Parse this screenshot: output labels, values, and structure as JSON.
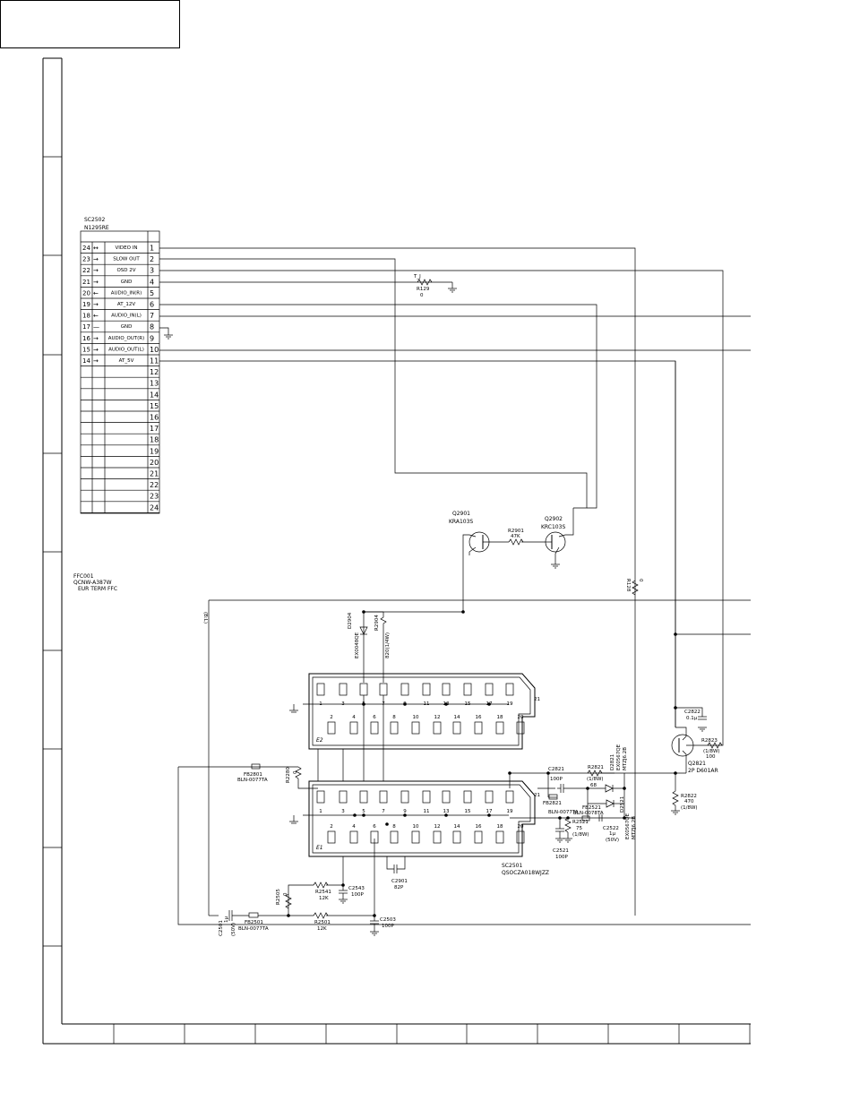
{
  "connector_sc2502": {
    "ref": "SC2502",
    "part": "N1295RE",
    "rows": [
      {
        "left": "24",
        "arrow": "↔",
        "signal": "VIDEO IN",
        "pin": "1"
      },
      {
        "left": "23",
        "arrow": "→",
        "signal": "SLOW OUT",
        "pin": "2"
      },
      {
        "left": "22",
        "arrow": "→",
        "signal": "OSD 2V",
        "pin": "3"
      },
      {
        "left": "21",
        "arrow": "→",
        "signal": "GND",
        "pin": "4"
      },
      {
        "left": "20",
        "arrow": "←",
        "signal": "AUDIO_IN(R)",
        "pin": "5"
      },
      {
        "left": "19",
        "arrow": "→",
        "signal": "AT_12V",
        "pin": "6"
      },
      {
        "left": "18",
        "arrow": "←",
        "signal": "AUDIO_IN(L)",
        "pin": "7"
      },
      {
        "left": "17",
        "arrow": "—",
        "signal": "GND",
        "pin": "8"
      },
      {
        "left": "16",
        "arrow": "→",
        "signal": "AUDIO_OUT(R)",
        "pin": "9"
      },
      {
        "left": "15",
        "arrow": "→",
        "signal": "AUDIO_OUT(L)",
        "pin": "10"
      },
      {
        "left": "14",
        "arrow": "→",
        "signal": "AT_5V",
        "pin": "11"
      },
      {
        "left": "",
        "arrow": "",
        "signal": "",
        "pin": "12"
      },
      {
        "left": "",
        "arrow": "",
        "signal": "",
        "pin": "13"
      },
      {
        "left": "",
        "arrow": "",
        "signal": "",
        "pin": "14"
      },
      {
        "left": "",
        "arrow": "",
        "signal": "",
        "pin": "15"
      },
      {
        "left": "",
        "arrow": "",
        "signal": "",
        "pin": "16"
      },
      {
        "left": "",
        "arrow": "",
        "signal": "",
        "pin": "17"
      },
      {
        "left": "",
        "arrow": "",
        "signal": "",
        "pin": "18"
      },
      {
        "left": "",
        "arrow": "",
        "signal": "",
        "pin": "19"
      },
      {
        "left": "",
        "arrow": "",
        "signal": "",
        "pin": "20"
      },
      {
        "left": "",
        "arrow": "",
        "signal": "",
        "pin": "21"
      },
      {
        "left": "",
        "arrow": "",
        "signal": "",
        "pin": "22"
      },
      {
        "left": "",
        "arrow": "",
        "signal": "",
        "pin": "23"
      },
      {
        "left": "",
        "arrow": "",
        "signal": "",
        "pin": "24"
      }
    ]
  },
  "ffc": {
    "ref": "FFC001",
    "part": "QCNW-A387W",
    "desc": "EUR TERM FFC",
    "bus_label": "(B:L)"
  },
  "components": {
    "r129": {
      "ref": "R129",
      "val": "0",
      "note": "T_J"
    },
    "q2901": {
      "ref": "Q2901",
      "part": "KRA103S"
    },
    "q2902": {
      "ref": "Q2902",
      "part": "KRC103S"
    },
    "r2901": {
      "ref": "R2901",
      "val": "47K"
    },
    "r128": {
      "ref": "R128",
      "val": "0"
    },
    "d2904": {
      "ref": "D2904",
      "part": "EX0048QE"
    },
    "r2904": {
      "ref": "R2904",
      "val": "820(1/4W)"
    },
    "c2822": {
      "ref": "C2822",
      "val": "0.1µ"
    },
    "r2823": {
      "ref": "R2823",
      "val": "(1/8W)",
      "val2": "100"
    },
    "q2821": {
      "ref": "Q2821",
      "part": "2P D601AR"
    },
    "r2822": {
      "ref": "R2822",
      "val": "470",
      "val2": "(1/8W)"
    },
    "fb2801": {
      "ref": "FB2801",
      "part": "BLN-0077TA"
    },
    "r2280": {
      "ref": "R2280",
      "val": "0"
    },
    "c2821": {
      "ref": "C2821",
      "val": "100P"
    },
    "r2821": {
      "ref": "R2821",
      "val": "(1/8W)",
      "val2": "68"
    },
    "d2821": {
      "ref": "D2821",
      "part": "EX0567QE",
      "part2": "MTZJ6.2B"
    },
    "fb2821": {
      "ref": "FB2821",
      "part": "BLN-0077TA"
    },
    "fb2521": {
      "ref": "FB2521",
      "part": "BLN-0078TA"
    },
    "d2521": {
      "ref": "D2521",
      "part": "EX0567QE",
      "part2": "MTZJ6.2B"
    },
    "r2521": {
      "ref": "R2521",
      "val": "75",
      "val2": "(1/8W)"
    },
    "c2522": {
      "ref": "C2522",
      "val": "1µ",
      "val2": "(50V)"
    },
    "c2521": {
      "ref": "C2521",
      "val": "100P"
    },
    "r2505": {
      "ref": "R2505",
      "val": "0"
    },
    "r2541": {
      "ref": "R2541",
      "val": "12K"
    },
    "c2543": {
      "ref": "C2543",
      "val": "100P"
    },
    "c2901": {
      "ref": "C2901",
      "val": "82P"
    },
    "c2501": {
      "ref": "C2501",
      "val": "1µ",
      "val2": "(50V)"
    },
    "fb2501": {
      "ref": "FB2501",
      "part": "BLN-0077TA"
    },
    "r2501": {
      "ref": "R2501",
      "val": "12K"
    },
    "c2503": {
      "ref": "C2503",
      "val": "100P"
    },
    "sc2501": {
      "ref": "SC2501",
      "part": "QSOCZA018WJZZ"
    }
  },
  "scart_e2": {
    "label": "E2",
    "top_pins": [
      "1",
      "3",
      "5",
      "7",
      "9",
      "11",
      "13",
      "15",
      "17",
      "19"
    ],
    "bottom_pins": [
      "2",
      "4",
      "6",
      "8",
      "10",
      "12",
      "14",
      "16",
      "18",
      "20"
    ],
    "side_pin": "21"
  },
  "scart_e1": {
    "label": "E1",
    "top_pins": [
      "1",
      "3",
      "5",
      "7",
      "9",
      "11",
      "13",
      "15",
      "17",
      "19"
    ],
    "bottom_pins": [
      "2",
      "4",
      "6",
      "8",
      "10",
      "12",
      "14",
      "16",
      "18",
      "20"
    ],
    "side_pin": "21"
  }
}
